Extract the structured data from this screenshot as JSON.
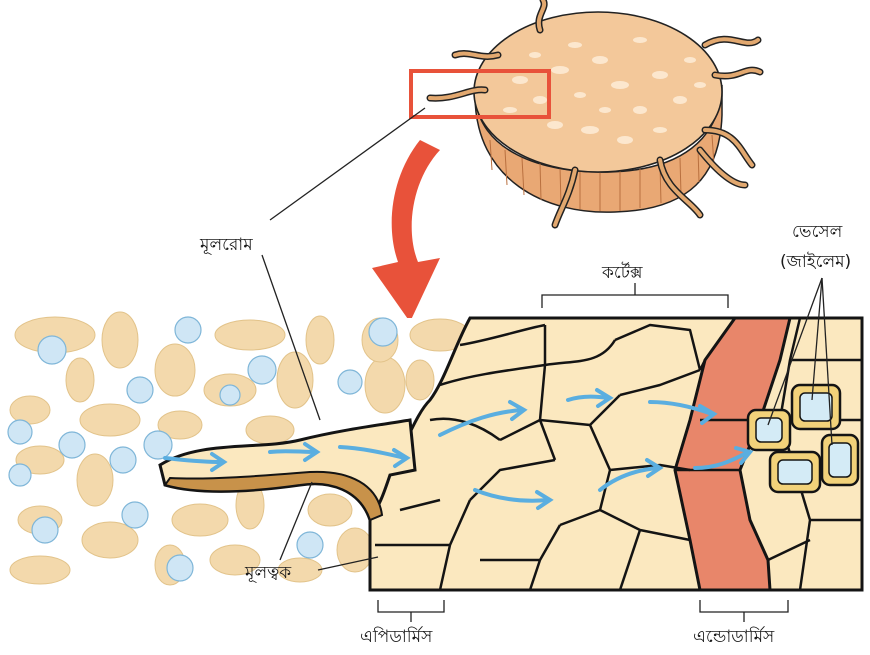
{
  "labels": {
    "root_hair": "মূলরোম",
    "root_skin": "মূলত্বক",
    "cortex": "কর্টেক্স",
    "vessel_line1": "ভেসেল",
    "vessel_line2": "(জাইলেম)",
    "epidermis": "এপিডার্মিস",
    "endodermis": "এন্ডোডার্মিস"
  },
  "colors": {
    "soil_particle": "#f3d9ac",
    "water_droplet": "#cfe6f5",
    "cell_fill": "#fbe8bf",
    "cell_outline": "#141414",
    "endodermis": "#e8866a",
    "xylem_ring": "#f2d27a",
    "xylem_lumen": "#d4ebf6",
    "flow_arrow": "#5aaee0",
    "callout_arrow": "#e8523a",
    "highlight_box": "#e8523a",
    "root_cross_section": "#f3c89a"
  }
}
